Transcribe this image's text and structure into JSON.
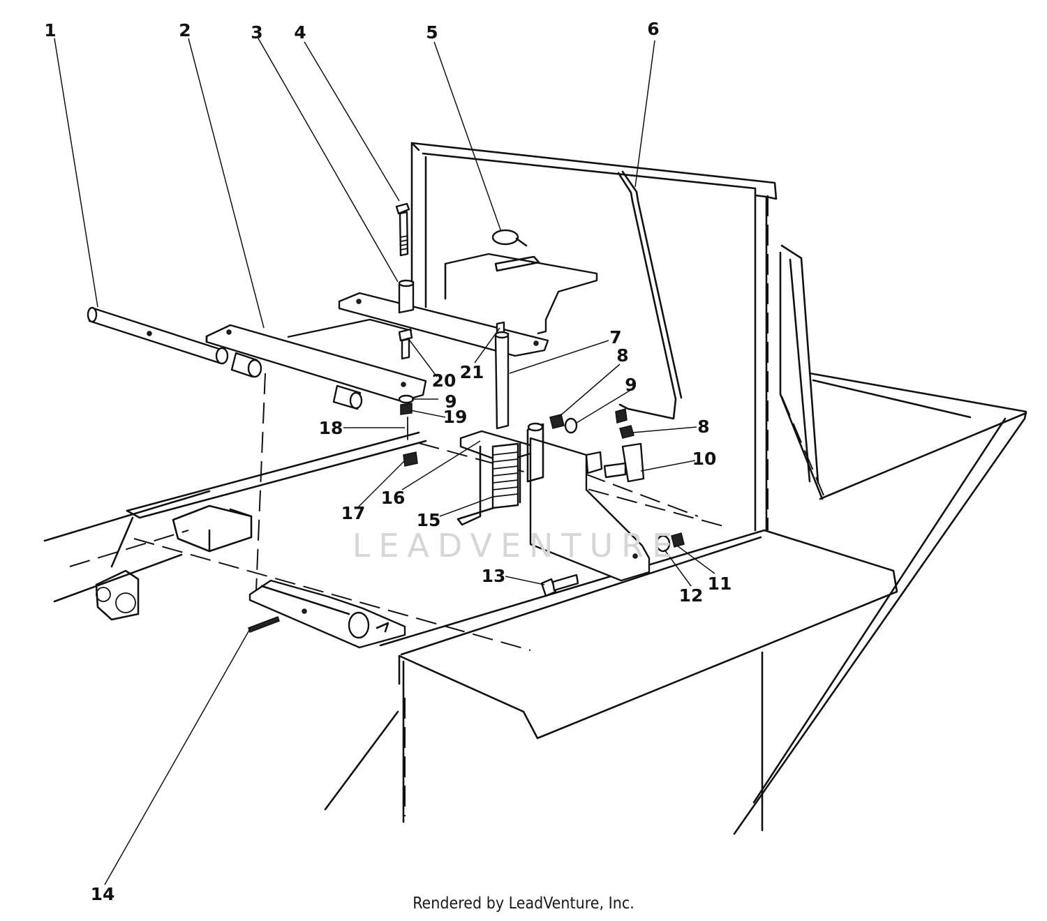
{
  "callouts": [
    {
      "n": "1"
    },
    {
      "n": "2"
    },
    {
      "n": "3"
    },
    {
      "n": "4"
    },
    {
      "n": "5"
    },
    {
      "n": "6"
    },
    {
      "n": "7"
    },
    {
      "n": "8"
    },
    {
      "n": "9"
    },
    {
      "n": "8"
    },
    {
      "n": "9"
    },
    {
      "n": "10"
    },
    {
      "n": "11"
    },
    {
      "n": "12"
    },
    {
      "n": "13"
    },
    {
      "n": "14"
    },
    {
      "n": "15"
    },
    {
      "n": "16"
    },
    {
      "n": "17"
    },
    {
      "n": "18"
    },
    {
      "n": "19"
    },
    {
      "n": "20"
    },
    {
      "n": "21"
    }
  ],
  "watermark": "LEADVENTURE",
  "footer": "Rendered by LeadVenture, Inc."
}
